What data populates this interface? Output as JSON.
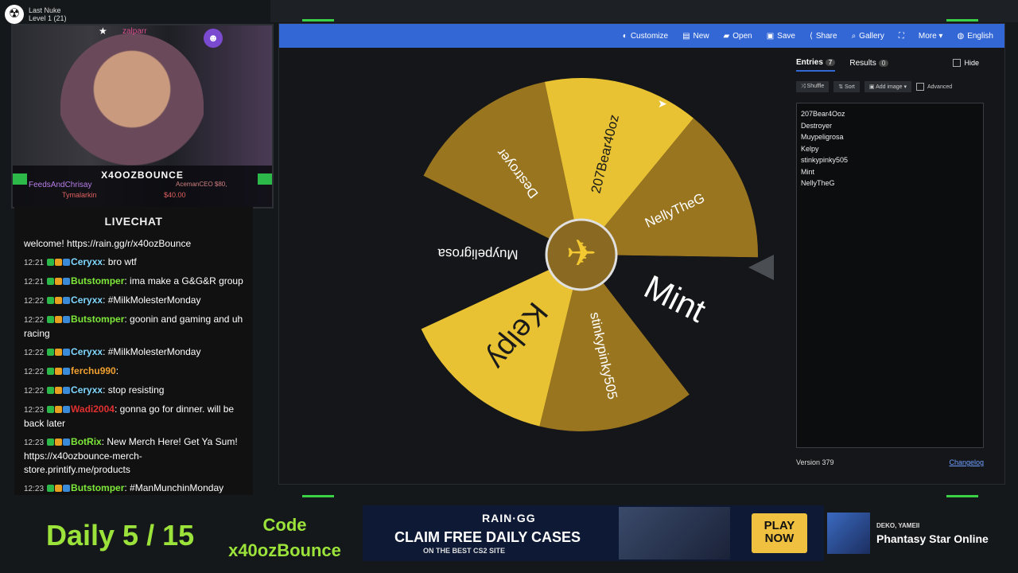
{
  "nuke": {
    "title": "Last Nuke",
    "level": "Level 1 (21)"
  },
  "cam": {
    "username_tag": "zalparr",
    "streamer_name": "X4OOZBOUNCE",
    "ticker_left": "FeedsAndChrisay",
    "ticker_mid": "Tymalarkin",
    "ticker_right": "AcemanCEO $80,",
    "ticker_amount": "$40.00"
  },
  "chat": {
    "title": "LIVECHAT",
    "messages": [
      {
        "time": "",
        "user": "",
        "color": "#ffffff",
        "text": "welcome! https://rain.gg/r/x40ozBounce"
      },
      {
        "time": "12:21",
        "user": "Ceryxx",
        "color": "#7fd8ff",
        "text": "bro wtf"
      },
      {
        "time": "12:21",
        "user": "Butstomper",
        "color": "#7ee83a",
        "text": "ima make a G&G&R group"
      },
      {
        "time": "12:22",
        "user": "Ceryxx",
        "color": "#7fd8ff",
        "text": "#MilkMolesterMonday"
      },
      {
        "time": "12:22",
        "user": "Butstomper",
        "color": "#7ee83a",
        "text": "goonin and gaming and uh racing"
      },
      {
        "time": "12:22",
        "user": "Ceryxx",
        "color": "#7fd8ff",
        "text": "#MilkMolesterMonday"
      },
      {
        "time": "12:22",
        "user": "ferchu990",
        "color": "#f0a030",
        "text": ""
      },
      {
        "time": "12:22",
        "user": "Ceryxx",
        "color": "#7fd8ff",
        "text": "stop resisting"
      },
      {
        "time": "12:23",
        "user": "Wadi2004",
        "color": "#e03030",
        "text": "gonna go for dinner. will be back later"
      },
      {
        "time": "12:23",
        "user": "BotRix",
        "color": "#7ee83a",
        "text": "New Merch Here! Get Ya Sum! https://x40ozbounce-merch-store.printify.me/products"
      },
      {
        "time": "12:23",
        "user": "Butstomper",
        "color": "#7ee83a",
        "text": "#ManMunchinMonday"
      }
    ]
  },
  "toolbar": {
    "items": [
      {
        "icon": "◐",
        "label": "Customize"
      },
      {
        "icon": "▤",
        "label": "New"
      },
      {
        "icon": "▰",
        "label": "Open"
      },
      {
        "icon": "▣",
        "label": "Save"
      },
      {
        "icon": "⟨",
        "label": "Share"
      },
      {
        "icon": "⌕",
        "label": "Gallery"
      },
      {
        "icon": "⛶",
        "label": ""
      },
      {
        "icon": "",
        "label": "More ▾"
      },
      {
        "icon": "◍",
        "label": "English"
      }
    ]
  },
  "wheel": {
    "entries": [
      "207Bear40oz",
      "NellyTheG",
      "Mint",
      "stinkypinky505",
      "Kelpy",
      "Muypeligrosa",
      "Destroyer"
    ],
    "colors": [
      "#e8c232",
      "#9a7520",
      "#141619",
      "#9a7520",
      "#e8c232",
      "#141619",
      "#9a7520"
    ],
    "text_colors": [
      "#1a1a1a",
      "#ffffff",
      "#ffffff",
      "#ffffff",
      "#1a1a1a",
      "#ffffff",
      "#ffffff"
    ],
    "font_sizes": [
      17,
      17,
      42,
      17,
      38,
      17,
      17
    ]
  },
  "side": {
    "tab_entries": "Entries",
    "entries_count": "7",
    "tab_results": "Results",
    "results_count": "0",
    "hide_label": "Hide",
    "tool_shuffle": "Shuffle",
    "tool_sort": "Sort",
    "tool_add_image": "Add image",
    "advanced_label": "Advanced",
    "entries": [
      "207Bear4Ooz",
      "Destroyer",
      "Muypeligrosa",
      "Kelpy",
      "stinkypinky505",
      "Mint",
      "NellyTheG"
    ],
    "version": "Version 379",
    "changelog": "Changelog"
  },
  "bottom": {
    "daily": "Daily 5 / 15",
    "code_label": "Code",
    "code_value": "x40ozBounce",
    "ad_brand": "RAIN·GG",
    "ad_claim": "CLAIM FREE DAILY CASES",
    "ad_sub": "ON THE BEST CS2 SITE",
    "ad_play": "PLAY NOW",
    "np_artist": "DEKO, YAMEII",
    "np_track": "Phantasy Star Online"
  }
}
